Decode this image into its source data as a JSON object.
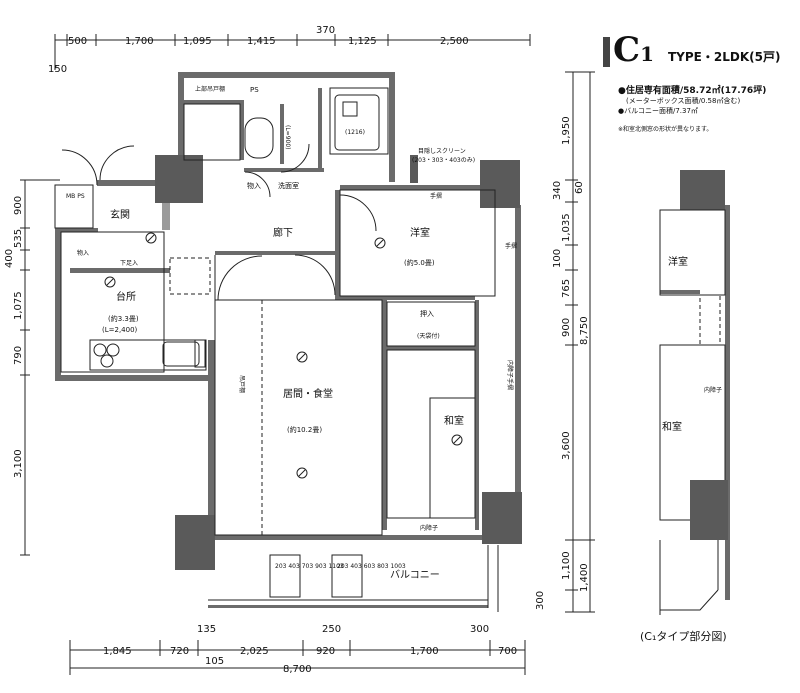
{
  "header": {
    "plan_code": "C",
    "plan_sub": "1",
    "type_label": "TYPE・2LDK(5戸)"
  },
  "info": {
    "area": "●住居専有面積/58.72㎡(17.76坪)",
    "area_note": "(メーターボックス面積/0.58㎡含む)",
    "balcony": "●バルコニー面積/7.37㎡",
    "note": "※和室北側窓の形状が異なります。"
  },
  "top_dims": [
    "500",
    "1,700",
    "1,095",
    "1,415",
    "370",
    "1,125",
    "2,500"
  ],
  "top_left_dim": "150",
  "left_dims": [
    "900",
    "535",
    "400",
    "1,075",
    "790",
    "3,100"
  ],
  "right_dims_inner": [
    "1,950",
    "340",
    "60",
    "1,035",
    "100",
    "765",
    "900",
    "3,600",
    "1,100",
    "300"
  ],
  "right_dims_outer": [
    "8,750",
    "1,400"
  ],
  "bottom_dims_row1": [
    "135",
    "250",
    "300"
  ],
  "bottom_dims_row2": [
    "1,845",
    "720",
    "2,025",
    "920",
    "1,700",
    "700"
  ],
  "bottom_dims_row3": [
    "105",
    "8,700"
  ],
  "rooms": {
    "youshitsu": "洋室",
    "youshitsu_size": "(約5.0畳)",
    "ldk": "居間・食堂",
    "ldk_size": "(約10.2畳)",
    "washitsu": "和室",
    "kitchen": "台所",
    "kitchen_size": "(約3.3畳)",
    "kitchen_len": "(L=2,400)",
    "genkan": "玄関",
    "rouka": "廊下",
    "senmenjo": "洗面室",
    "nyu1": "物入",
    "nyu2": "物入",
    "getabako": "下足入",
    "oshiire": "押入",
    "oshiire_note": "(天袋付)",
    "balcony": "バルコニー",
    "ps": "PS",
    "mbps": "MB PS",
    "tenohiri1": "手摺",
    "tenohiri2": "手摺",
    "uchi_shoji": "内障子",
    "uchi_shoji2": "内障子",
    "uchi_shoji_v": "内障子手摺",
    "uchi_shoji_v2": "内障子手摺",
    "tsuri": "吊戸棚",
    "screen": "目隠しスクリーン",
    "screen_note": "(203・303・403のみ)",
    "bath_size": "(1216)",
    "toilet_size": "(L=900)",
    "shoe": "上部吊戸棚",
    "unit_1a": "203\n403\n703\n903\n1103",
    "unit_1b": "203\n403\n603\n803\n1003"
  },
  "partial": {
    "caption": "(C₁タイプ部分図)",
    "youshitsu": "洋室",
    "washitsu": "和室",
    "uchi_shoji": "内障子"
  }
}
